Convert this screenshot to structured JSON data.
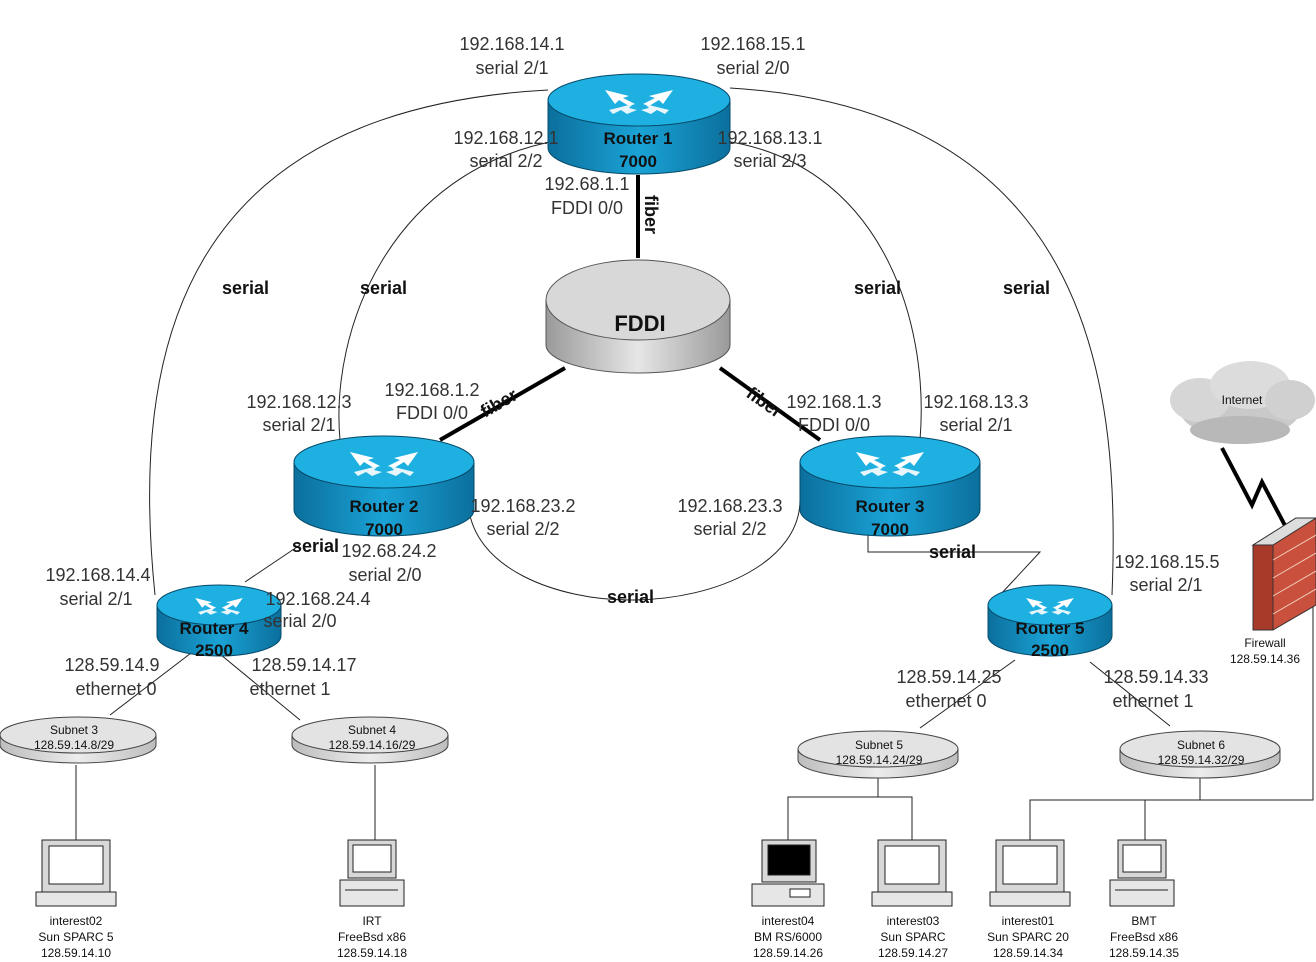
{
  "router1": {
    "name": "Router 1",
    "model": "7000",
    "left_ip": "192.168.14.1",
    "left_if": "serial 2/1",
    "right_ip": "192.168.15.1",
    "right_if": "serial 2/0",
    "ll_ip": "192.168.12.1",
    "ll_if": "serial 2/2",
    "lr_ip": "192.168.13.1",
    "lr_if": "serial 2/3",
    "fddi_ip": "192.68.1.1",
    "fddi_if": "FDDI 0/0"
  },
  "router2": {
    "name": "Router 2",
    "model": "7000",
    "top_ip": "192.168.12.3",
    "top_if": "serial 2/1",
    "fddi_ip": "192.168.1.2",
    "fddi_if": "FDDI 0/0",
    "right_ip": "192.168.23.2",
    "right_if": "serial 2/2",
    "low_ip": "192.68.24.2",
    "low_if": "serial 2/0"
  },
  "router3": {
    "name": "Router 3",
    "model": "7000",
    "fddi_ip": "192.168.1.3",
    "fddi_if": "FDDI 0/0",
    "top_ip": "192.168.13.3",
    "top_if": "serial 2/1",
    "left_ip": "192.168.23.3",
    "left_if": "serial 2/2"
  },
  "router4": {
    "name": "Router 4",
    "model": "2500",
    "left_ip": "192.168.14.4",
    "left_if": "serial 2/1",
    "right_ip": "192.168.24.4",
    "right_if": "serial 2/0",
    "e0_ip": "128.59.14.9",
    "e0_if": "ethernet 0",
    "e1_ip": "128.59.14.17",
    "e1_if": "ethernet 1"
  },
  "router5": {
    "name": "Router 5",
    "model": "2500",
    "right_ip": "192.168.15.5",
    "right_if": "serial 2/1",
    "e0_ip": "128.59.14.25",
    "e0_if": "ethernet 0",
    "e1_ip": "128.59.14.33",
    "e1_if": "ethernet 1"
  },
  "fddi": {
    "label": "FDDI"
  },
  "links": {
    "serial": "serial",
    "fiber": "fiber"
  },
  "subnets": [
    {
      "name": "Subnet 3",
      "addr": "128.59.14.8/29"
    },
    {
      "name": "Subnet 4",
      "addr": "128.59.14.16/29"
    },
    {
      "name": "Subnet 5",
      "addr": "128.59.14.24/29"
    },
    {
      "name": "Subnet 6",
      "addr": "128.59.14.32/29"
    }
  ],
  "hosts": [
    {
      "name": "interest02",
      "os": "Sun SPARC 5",
      "ip": "128.59.14.10"
    },
    {
      "name": "IRT",
      "os": "FreeBsd x86",
      "ip": "128.59.14.18"
    },
    {
      "name": "interest04",
      "os": "BM RS/6000",
      "ip": "128.59.14.26"
    },
    {
      "name": "interest03",
      "os": "Sun SPARC",
      "ip": "128.59.14.27"
    },
    {
      "name": "interest01",
      "os": "Sun SPARC 20",
      "ip": "128.59.14.34"
    },
    {
      "name": "BMT",
      "os": "FreeBsd x86",
      "ip": "128.59.14.35"
    }
  ],
  "internet": {
    "label": "Internet"
  },
  "firewall": {
    "label": "Firewall",
    "ip": "128.59.14.36"
  },
  "colors": {
    "router_top": "#19a6d8",
    "router_side": "#0d7fb0",
    "fddi": "#d6d6d6"
  }
}
